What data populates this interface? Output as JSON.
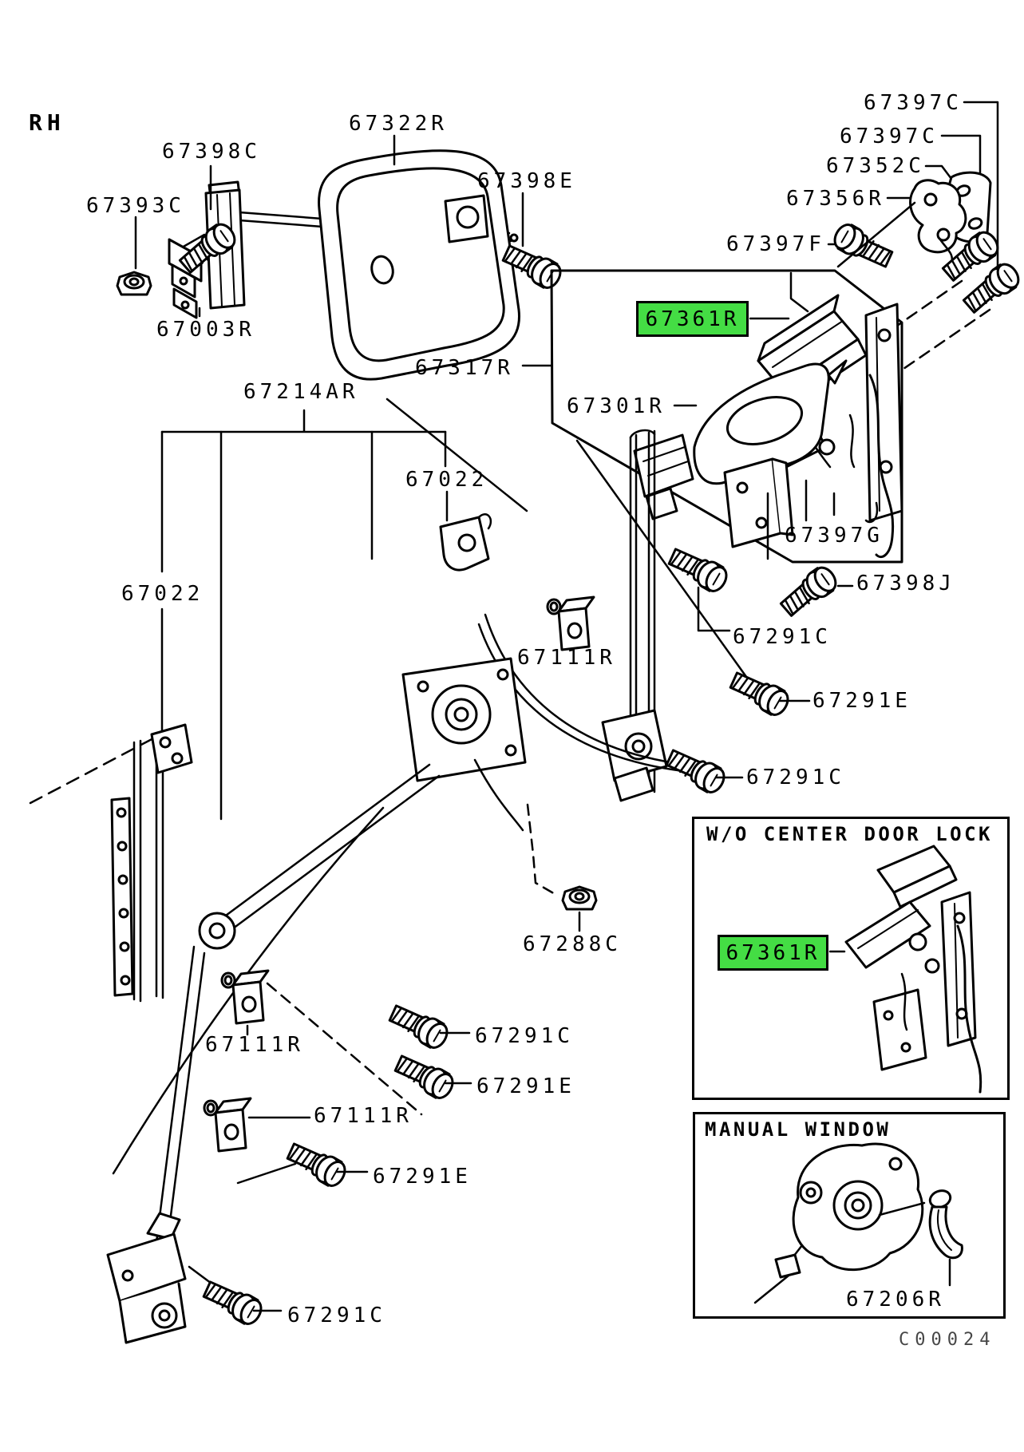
{
  "page": {
    "side_label": "RH",
    "diagram_code": "C00024",
    "background": "#ffffff",
    "line_color": "#000000",
    "highlight_color": "#44dd44"
  },
  "highlighted_part": {
    "part_no": "67361R",
    "occurrences": 2
  },
  "parts": {
    "67003R": "67003R",
    "67022": "67022",
    "67111R": "67111R",
    "67206R": "67206R",
    "67214AR": "67214AR",
    "67288C": "67288C",
    "67291C": "67291C",
    "67291E": "67291E",
    "67301R": "67301R",
    "67317R": "67317R",
    "67322R": "67322R",
    "67352C": "67352C",
    "67356R": "67356R",
    "67361R": "67361R",
    "67393C": "67393C",
    "67397C": "67397C",
    "67397F": "67397F",
    "67397G": "67397G",
    "67398C": "67398C",
    "67398E": "67398E",
    "67398J": "67398J"
  },
  "label_occurrences": {
    "67397C": 2,
    "67022": 2,
    "67361R": 2,
    "67111R": 3,
    "67291E": 3,
    "67291C": 4
  },
  "insets": {
    "wo": {
      "title": "W/O CENTER DOOR LOCK"
    },
    "manual": {
      "title": "MANUAL WINDOW"
    }
  }
}
